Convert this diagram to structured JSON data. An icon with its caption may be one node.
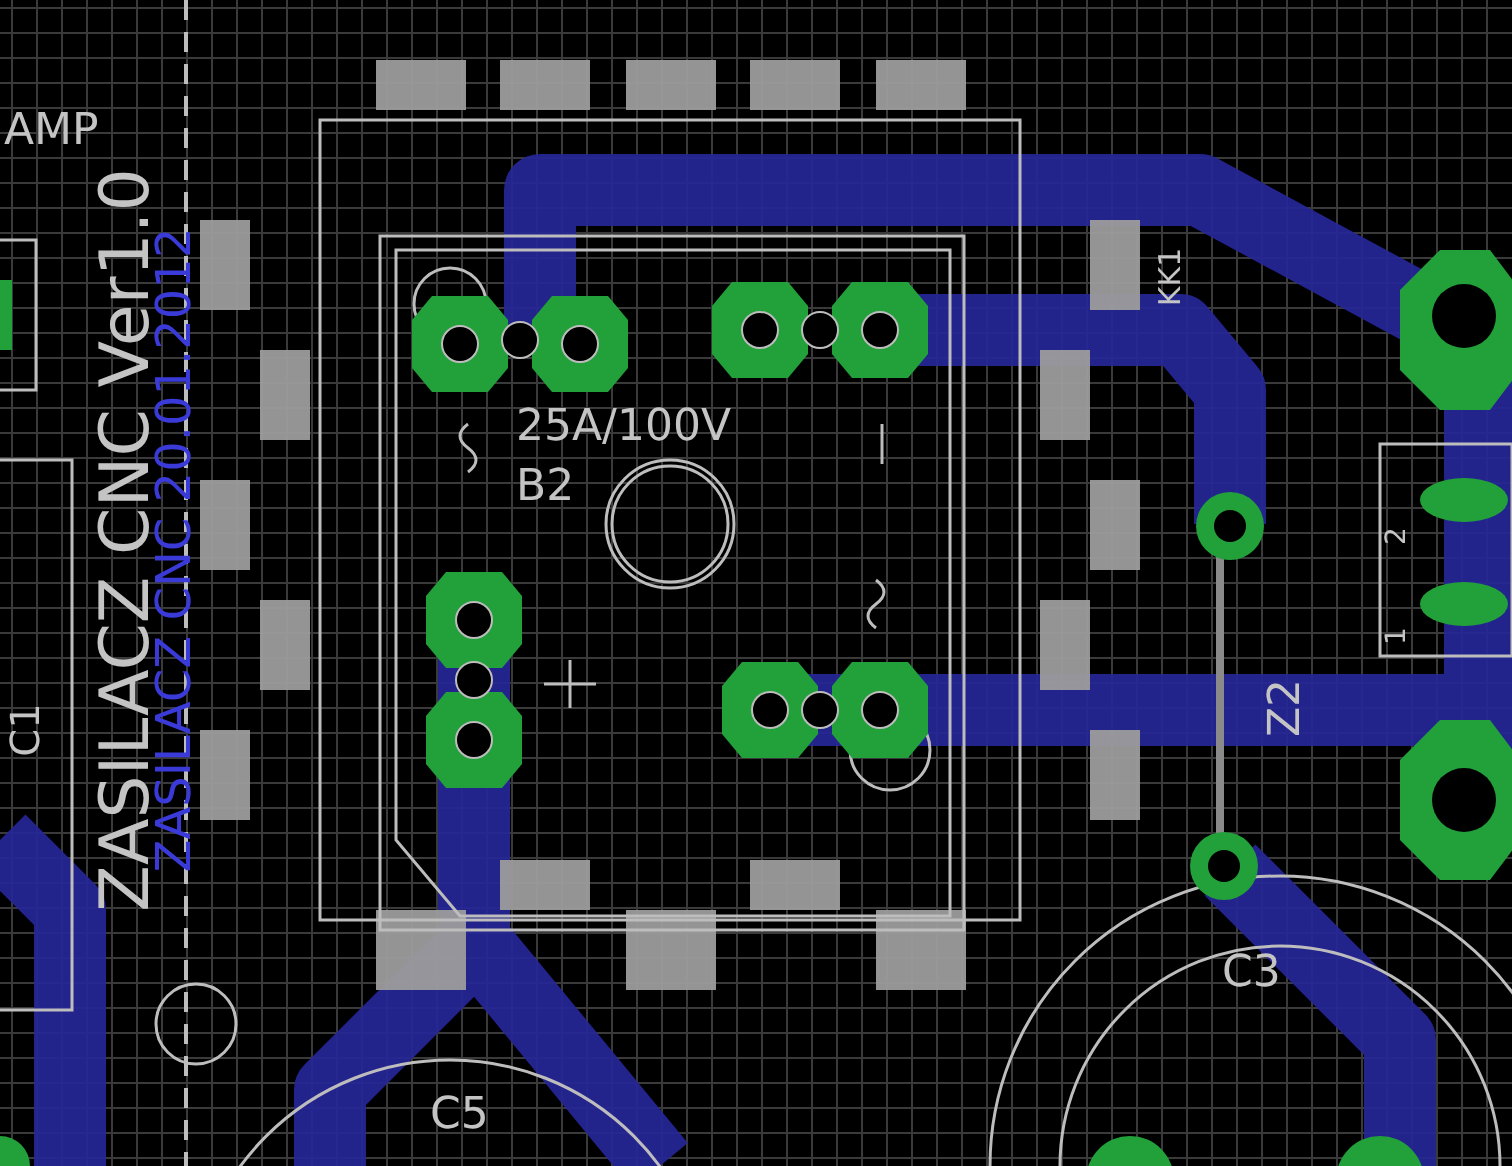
{
  "diagram": {
    "labels": [
      "AMP",
      "ZASILACZ CNC Ver1.0",
      "ZASILACZ CNC 20.01.2012",
      "KK1",
      "25A/100V",
      "B2",
      "C1",
      "2",
      "1",
      "Z2",
      "C3",
      "C5"
    ]
  }
}
